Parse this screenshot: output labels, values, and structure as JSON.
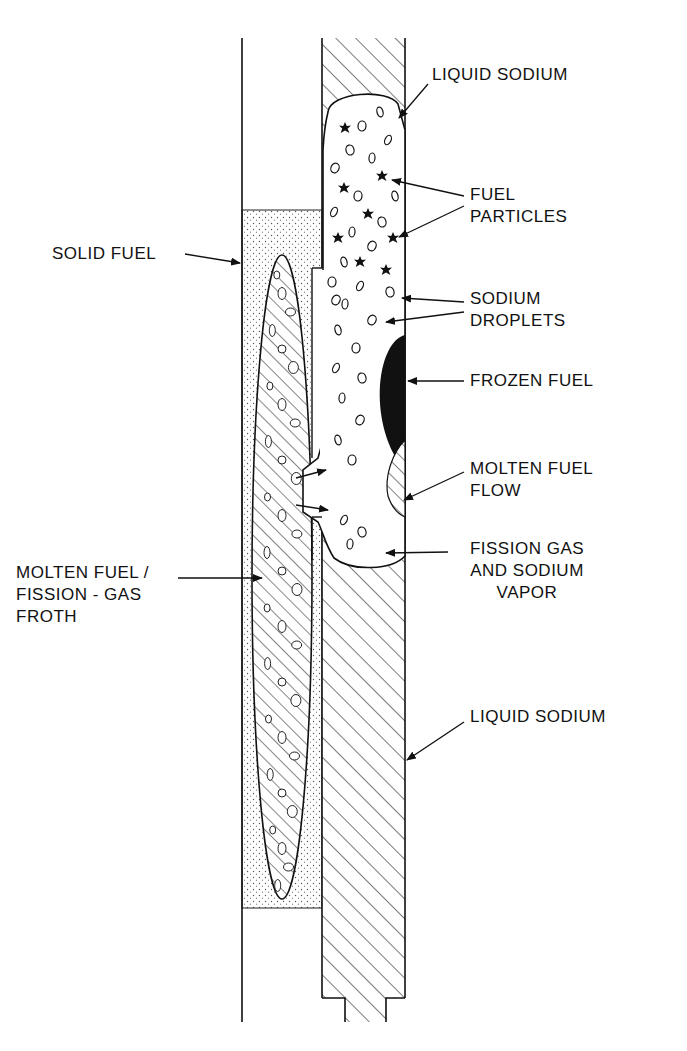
{
  "diagram": {
    "labels": [
      "LIQUID SODIUM",
      "FUEL PARTICLES",
      "SODIUM DROPLETS",
      "FROZEN FUEL",
      "SOLID FUEL",
      "MOLTEN FUEL FLOW",
      "FISSION GAS AND SODIUM VAPOR",
      "LIQUID SODIUM",
      "MOLTEN FUEL / FISSION - GAS FROTH"
    ]
  }
}
